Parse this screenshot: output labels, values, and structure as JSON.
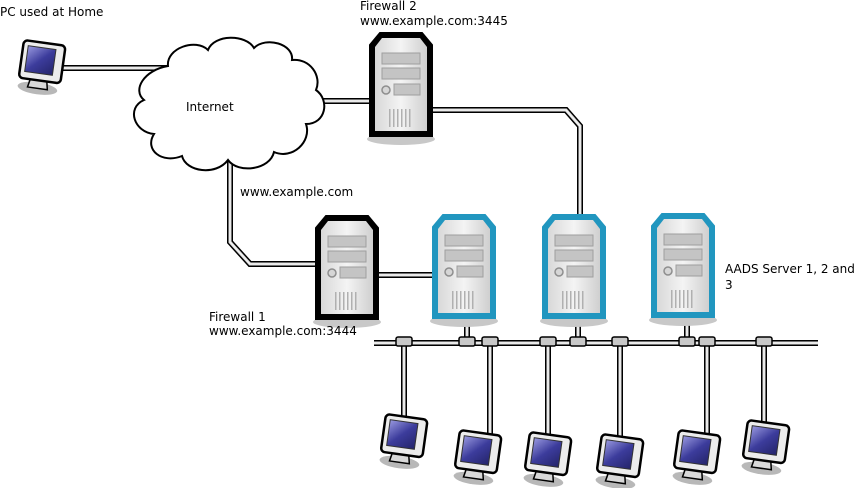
{
  "labels": {
    "home_pc": "PC used at Home",
    "internet": "Internet",
    "firewall2_name": "Firewall 2",
    "firewall2_addr": "www.example.com:3445",
    "public_addr": "www.example.com",
    "firewall1_name": "Firewall 1",
    "firewall1_addr": "www.example.com:3444",
    "aads_line1": "AADS Server 1, 2 and",
    "aads_line2": "3"
  },
  "colors": {
    "server_outline_firewall": "#000000",
    "server_outline_aads": "#2196bf",
    "monitor_screen": "#3c3c9c",
    "cable": "#dcdcdc"
  },
  "nodes": {
    "home_pc": {
      "type": "computer"
    },
    "internet": {
      "type": "cloud"
    },
    "firewall1": {
      "type": "server",
      "role": "firewall"
    },
    "firewall2": {
      "type": "server",
      "role": "firewall"
    },
    "aads_servers": [
      {
        "name": "AADS Server 1"
      },
      {
        "name": "AADS Server 2"
      },
      {
        "name": "AADS Server 3"
      }
    ],
    "lan_clients": [
      {
        "type": "computer"
      },
      {
        "type": "computer"
      },
      {
        "type": "computer"
      },
      {
        "type": "computer"
      },
      {
        "type": "computer"
      },
      {
        "type": "computer"
      }
    ]
  }
}
